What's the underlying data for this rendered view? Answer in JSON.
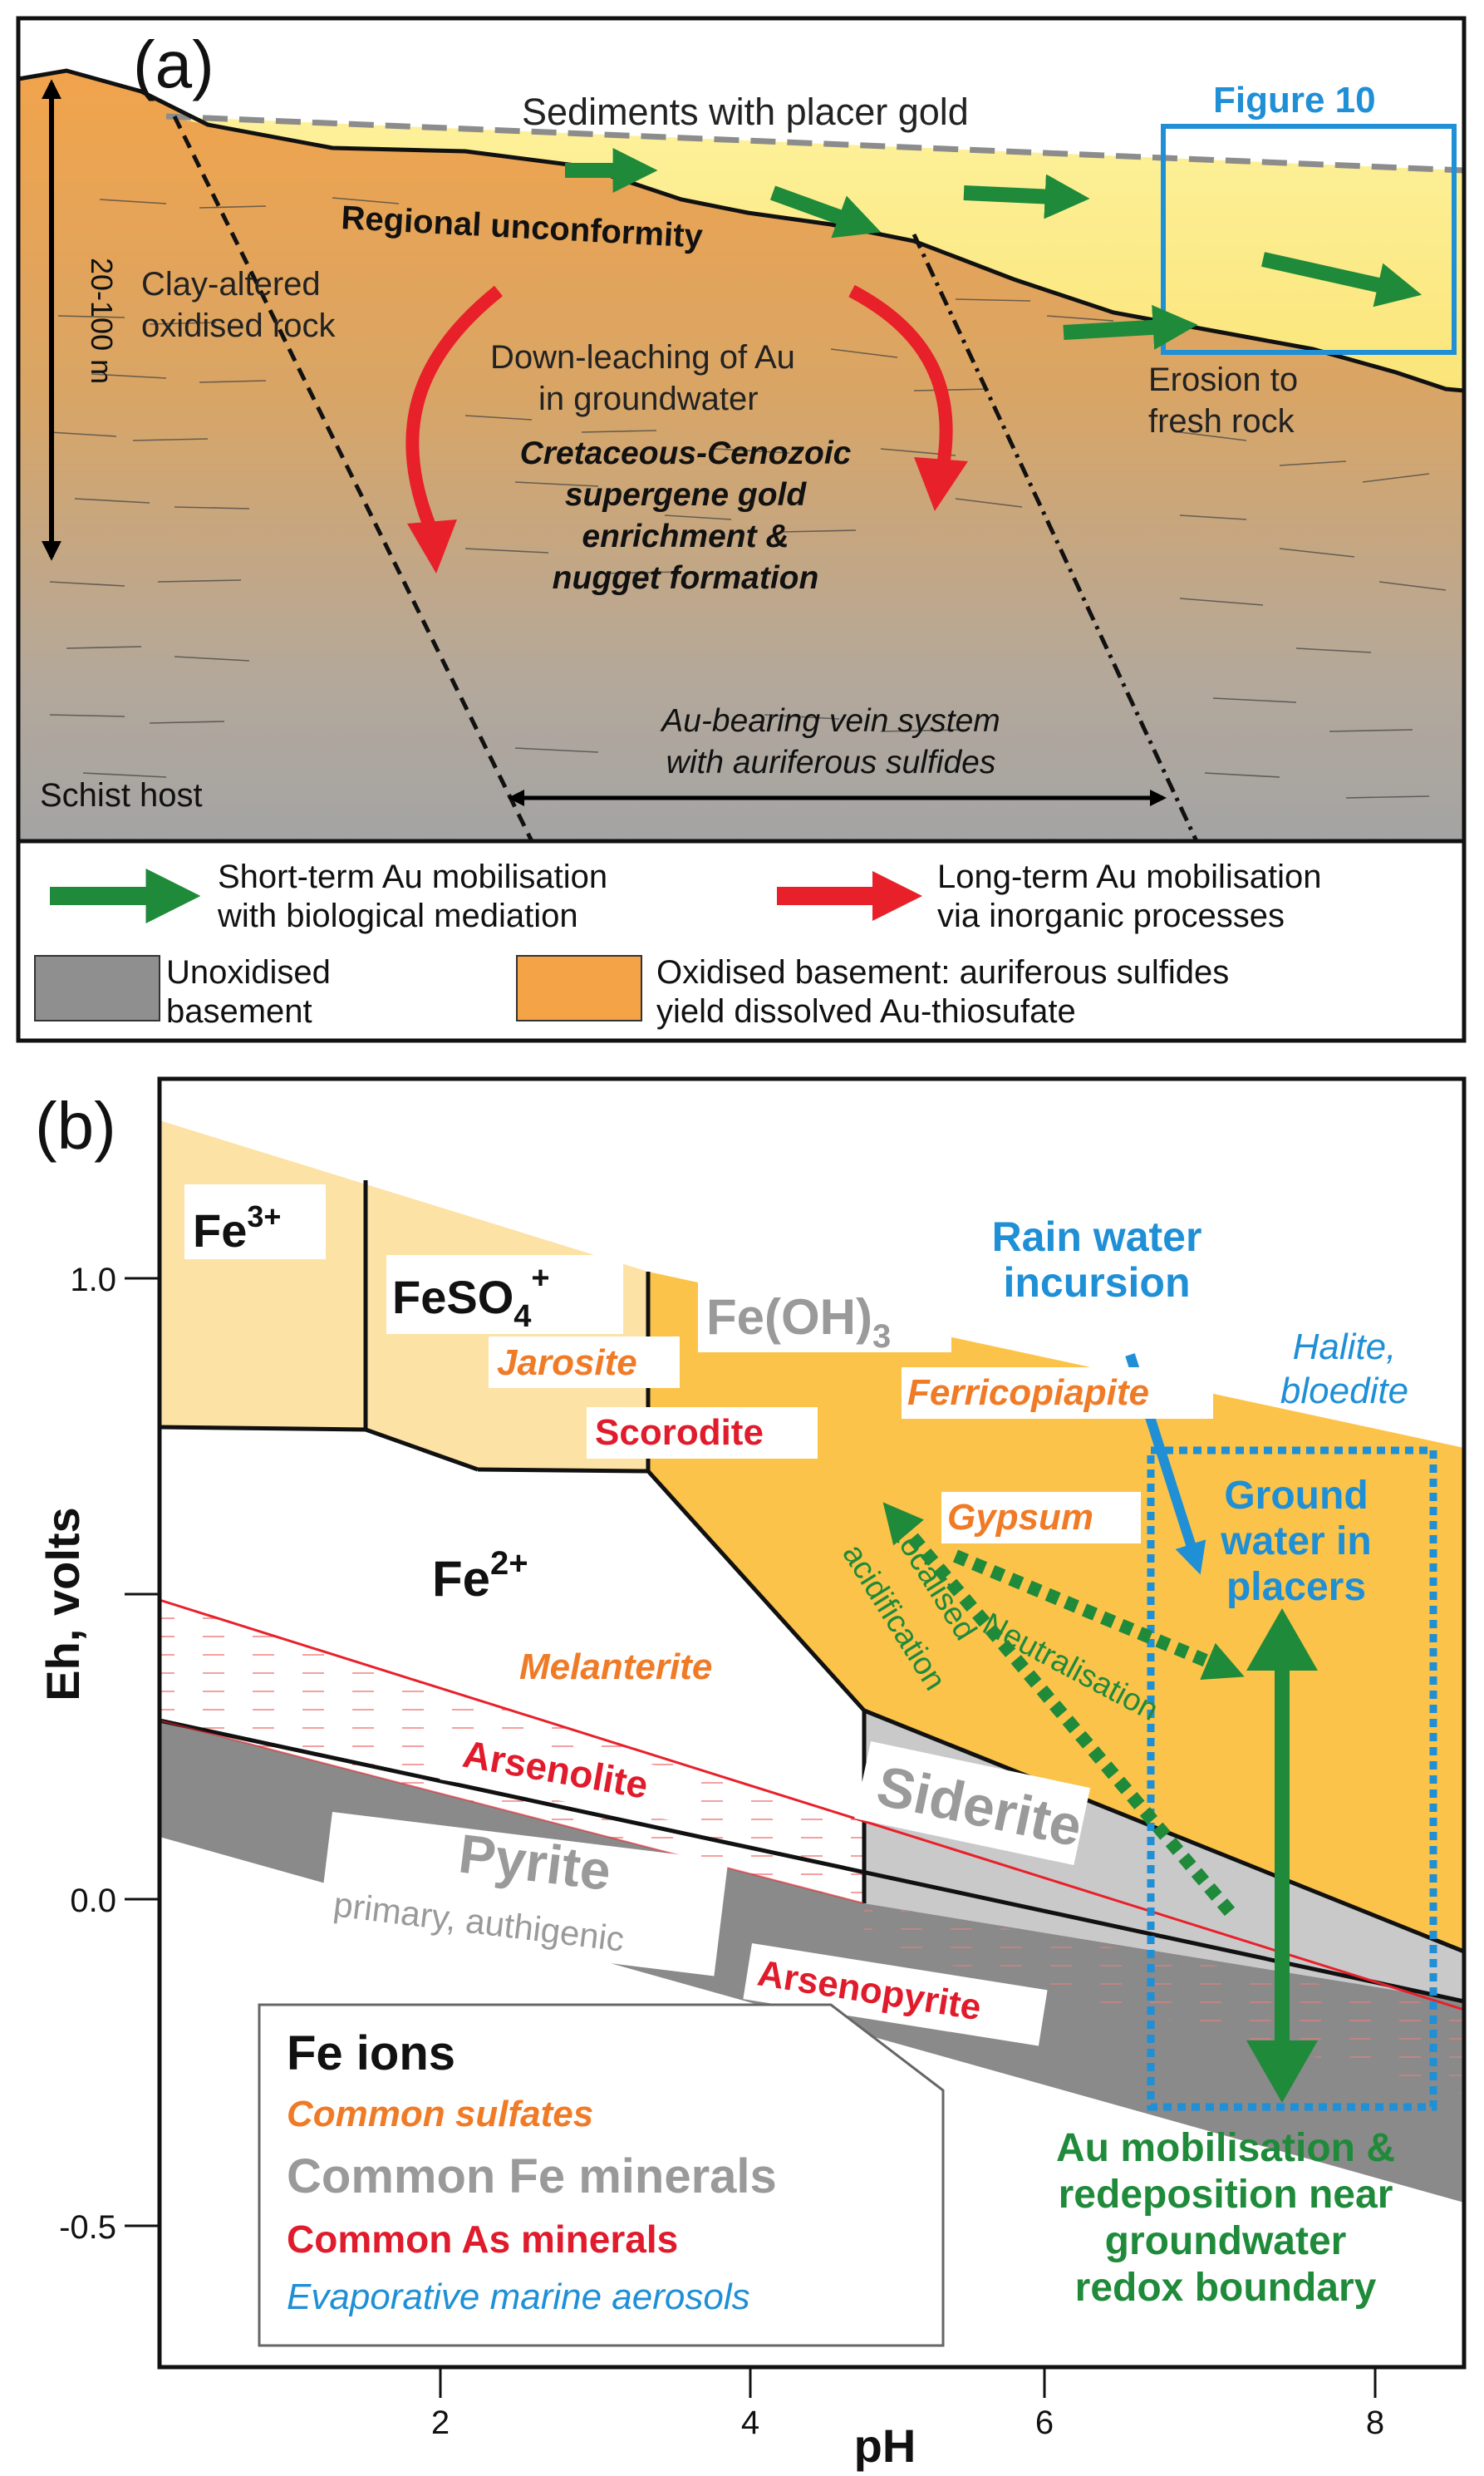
{
  "panel_a": {
    "label": "(a)",
    "sediments": "Sediments with placer gold",
    "figure_ref": "Figure 10",
    "unconformity": "Regional unconformity",
    "depth": "20-100 m",
    "clay_1": "Clay-altered",
    "clay_2": "oxidised rock",
    "leach_1": "Down-leaching of Au",
    "leach_2": "in groundwater",
    "enrich_1": "Cretaceous-Cenozoic",
    "enrich_2": "supergene gold",
    "enrich_3": "enrichment &",
    "enrich_4": "nugget formation",
    "erosion_1": "Erosion to",
    "erosion_2": "fresh rock",
    "vein_1": "Au-bearing vein system",
    "vein_2": "with auriferous sulfides",
    "schist": "Schist host"
  },
  "legend_a": {
    "green_1": "Short-term Au mobilisation",
    "green_2": "with biological mediation",
    "red_1": "Long-term  Au mobilisation",
    "red_2": "via inorganic processes",
    "gray_1": "Unoxidised",
    "gray_2": "basement",
    "orange_1": "Oxidised basement: auriferous sulfides",
    "orange_2": "yield dissolved Au-thiosufate"
  },
  "panel_b": {
    "label": "(b)",
    "x_axis_label": "pH",
    "y_axis_label": "Eh, volts",
    "x_ticks": [
      "2",
      "4",
      "6",
      "8"
    ],
    "y_ticks": [
      "1.0",
      "0.0",
      "-0.5"
    ],
    "fe3_base": "Fe",
    "fe3_sup": "3+",
    "feso4_base": "FeSO",
    "feso4_sub": "4",
    "feso4_sup": "+",
    "feoh3_base": "Fe(OH)",
    "feoh3_sub": "3",
    "fe2_base": "Fe",
    "fe2_sup": "2+",
    "jarosite": "Jarosite",
    "scorodite": "Scorodite",
    "ferricopiapite": "Ferricopiapite",
    "gypsum": "Gypsum",
    "melanterite": "Melanterite",
    "arsenolite": "Arsenolite",
    "siderite": "Siderite",
    "pyrite": "Pyrite",
    "pyrite_sub": "primary, authigenic",
    "arsenopyrite": "Arsenopyrite",
    "rain_1": "Rain water",
    "rain_2": "incursion",
    "halite_1": "Halite,",
    "halite_2": "bloedite",
    "ground_1": "Ground",
    "ground_2": "water in",
    "ground_3": "placers",
    "acid_1": "Localised",
    "acid_2": "acidification",
    "neutral": "Neutralisation",
    "au_1": "Au mobilisation &",
    "au_2": "redeposition near",
    "au_3": "groundwater",
    "au_4": "redox boundary"
  },
  "legend_b": {
    "fe_ions": "Fe ions",
    "sulfates": "Common sulfates",
    "fe_minerals": "Common Fe minerals",
    "as_minerals": "Common As minerals",
    "aerosols": "Evaporative marine aerosols"
  },
  "colors": {
    "orange": "#f5a347",
    "light_yellow": "#fdf19a",
    "gray": "#8f8f8f",
    "green": "#1f8a3a",
    "red": "#e8202a",
    "blue": "#1f8fd6",
    "sulfate_orange": "#f07b27",
    "as_red": "#e01b2b",
    "fe_mineral_gray": "#9a9a9a",
    "fe_field_orange": "#fbc34a",
    "fe_field_light": "#fde2a6"
  }
}
